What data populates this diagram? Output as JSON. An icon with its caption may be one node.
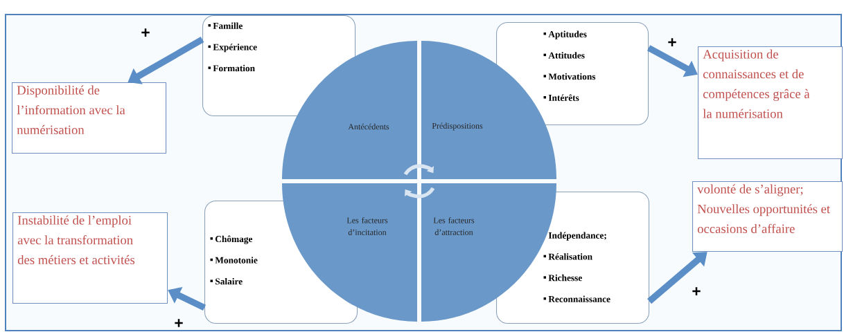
{
  "diagram": {
    "nodes": [
      {
        "text": [
          "Famille",
          "Expérience",
          "Formation"
        ]
      },
      {
        "text": [
          "Aptitudes",
          "Attitudes",
          "Motivations",
          "Intérêts"
        ]
      },
      {
        "text": [
          "Antécédents"
        ]
      },
      {
        "text": [
          "Prédispositions"
        ]
      },
      {
        "text": [
          "Disponibilité de l’information avec la numérisation"
        ]
      },
      {
        "text": [
          "Acquisition de connaissances et de compétences grâce à la numérisation"
        ]
      },
      {
        "text": [
          "Les facteurs d’incitation"
        ]
      },
      {
        "text": [
          "Les facteurs d’attraction"
        ]
      },
      {
        "text": [
          "Chômage",
          "Monotonie",
          "Salaire"
        ]
      },
      {
        "text": [
          "Indépendance;",
          "Réalisation",
          "Richesse",
          "Reconnaissance"
        ]
      },
      {
        "text": [
          "Instabilité de l’emploi avec la transformation des métiers et activités"
        ]
      },
      {
        "text": [
          "volonté de s’aligner; Nouvelles opportunités et occasions d’affaire"
        ]
      }
    ],
    "edges": [
      {
        "from": 0,
        "to": 4,
        "arrow": "to",
        "label": "+"
      },
      {
        "from": 1,
        "to": 5,
        "arrow": "to",
        "label": "+"
      },
      {
        "from": 8,
        "to": 10,
        "arrow": "to",
        "label": "+"
      },
      {
        "from": 9,
        "to": 11,
        "arrow": "to",
        "label": "+"
      }
    ]
  }
}
